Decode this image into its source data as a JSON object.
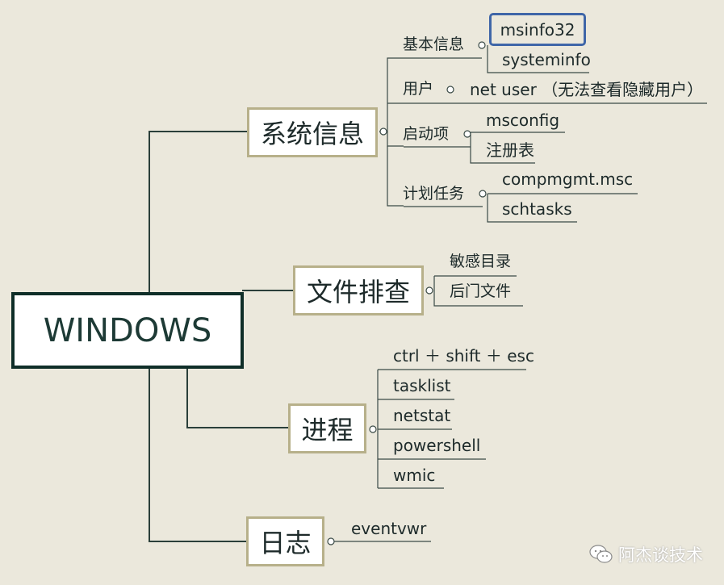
{
  "root": {
    "label": "WINDOWS"
  },
  "branches": {
    "system": {
      "label": "系统信息",
      "basic": {
        "label": "基本信息",
        "items": [
          "msinfo32",
          "systeminfo"
        ]
      },
      "user": {
        "label": "用户",
        "item": "net user （无法查看隐藏用户）"
      },
      "startup": {
        "label": "启动项",
        "items": [
          "msconfig",
          "注册表"
        ]
      },
      "tasks": {
        "label": "计划任务",
        "items": [
          "compmgmt.msc",
          "schtasks"
        ]
      }
    },
    "files": {
      "label": "文件排查",
      "items": [
        "敏感目录",
        "后门文件"
      ]
    },
    "process": {
      "label": "进程",
      "items": [
        "ctrl ＋ shift ＋ esc",
        "tasklist",
        "netstat",
        "powershell",
        "wmic"
      ]
    },
    "logs": {
      "label": "日志",
      "items": [
        "eventvwr"
      ]
    }
  },
  "watermark": {
    "text": "阿杰谈技术",
    "icon": "wechat-icon"
  },
  "colors": {
    "background": "#ebe8dc",
    "line": "#2a3f3a",
    "node_border": "#b7b08a",
    "root_border": "#0f2e28",
    "highlight": "#3f66a8"
  }
}
